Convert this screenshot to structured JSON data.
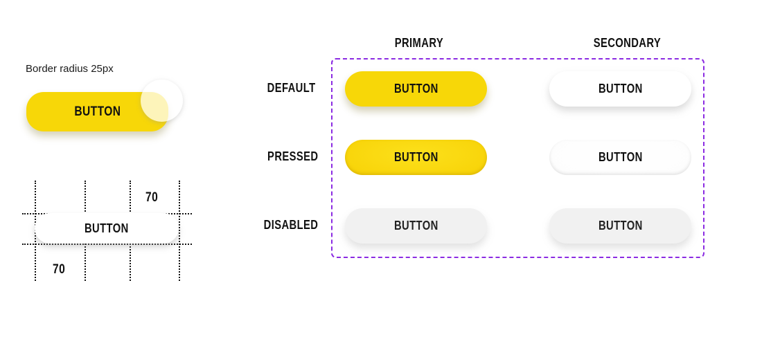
{
  "radius_spec": {
    "note": "Border radius 25px",
    "button_label": "BUTTON"
  },
  "measure_grid": {
    "button_label": "BUTTON",
    "dimension_top": "70",
    "dimension_bottom": "70"
  },
  "matrix": {
    "columns": [
      {
        "id": "primary",
        "label": "PRIMARY"
      },
      {
        "id": "secondary",
        "label": "SECONDARY"
      }
    ],
    "rows": [
      {
        "id": "default",
        "label": "DEFAULT"
      },
      {
        "id": "pressed",
        "label": "PRESSED"
      },
      {
        "id": "disabled",
        "label": "DISABLED"
      }
    ],
    "cells": {
      "primary_default": {
        "label": "BUTTON"
      },
      "primary_pressed": {
        "label": "BUTTON"
      },
      "primary_disabled": {
        "label": "BUTTON"
      },
      "secondary_default": {
        "label": "BUTTON"
      },
      "secondary_pressed": {
        "label": "BUTTON"
      },
      "secondary_disabled": {
        "label": "BUTTON"
      }
    }
  },
  "colors": {
    "background": "#ffffff",
    "primary_yellow": "#F7D708",
    "primary_yellow_dark": "#D9B200",
    "text_dark": "#111111",
    "disabled_fill": "#F1F1F1",
    "annotation_purple": "#8B2BE2",
    "guide_black": "#111111"
  }
}
